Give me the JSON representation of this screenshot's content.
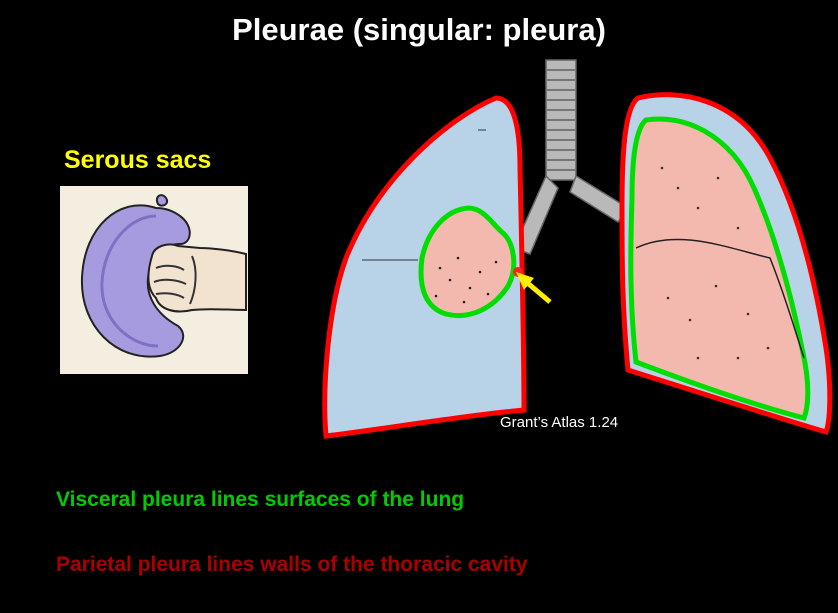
{
  "slide": {
    "title": "Pleurae (singular: pleura)",
    "serous_heading": "Serous sacs",
    "credit": "Grant’s Atlas 1.24",
    "visceral_text": "Visceral pleura lines surfaces of the lung",
    "parietal_text": "Parietal pleura lines walls of the thoracic cavity"
  },
  "colors": {
    "background": "#000000",
    "title": "#ffffff",
    "serous_heading": "#ffff00",
    "visceral": "#00cc00",
    "parietal": "#aa0000",
    "lung_tissue": "#f4b9ae",
    "pleural_space": "#b8d3e8",
    "pleura_red_outline": "#ff0000",
    "pleura_green_outline": "#00dd00",
    "arrow": "#ffee00"
  },
  "icons": {
    "balloon_fist": "serous-sac-illustration",
    "lungs": "lungs-pleura-illustration",
    "pointer": "yellow-arrow-icon"
  }
}
